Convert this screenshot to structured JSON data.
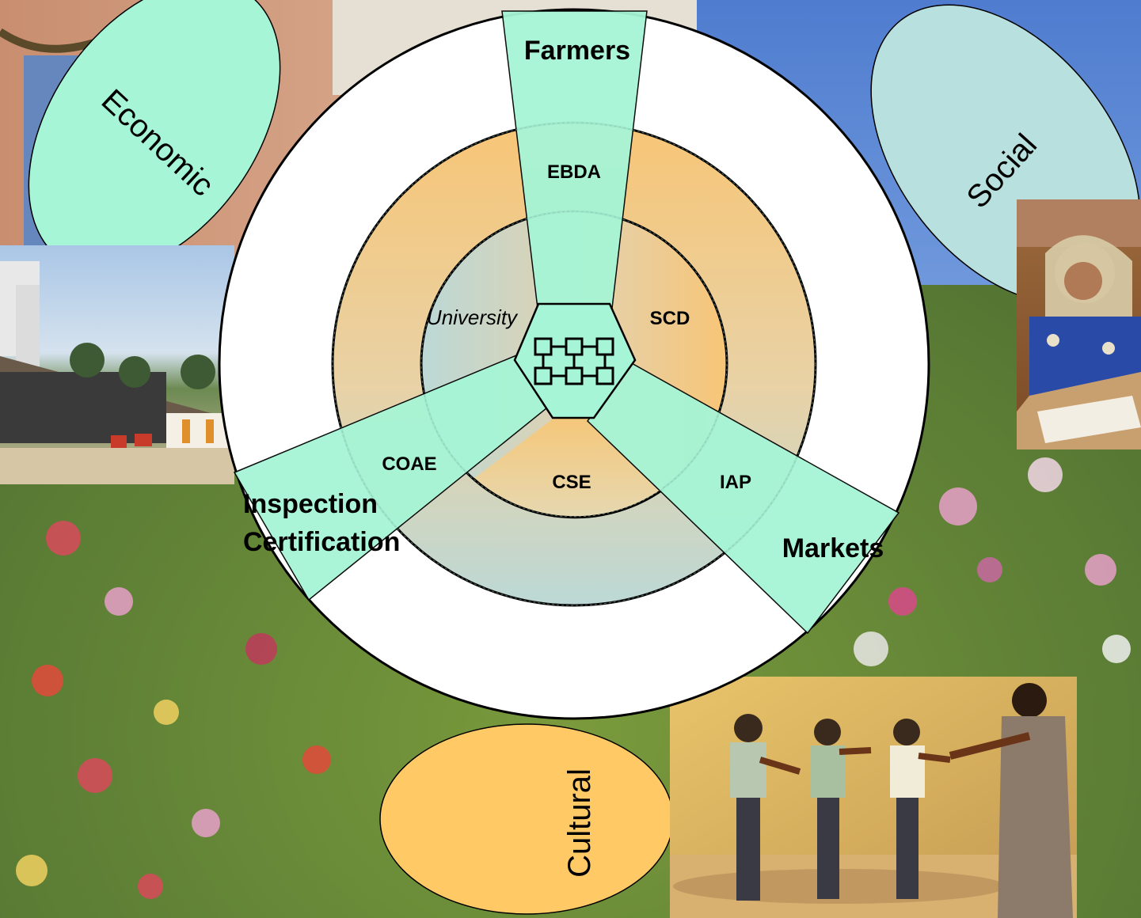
{
  "sectors": {
    "economic": "Economic",
    "social": "Social",
    "cultural": "Cultural"
  },
  "rings": {
    "outer": {
      "top": "Farmers",
      "left_line1": "Inspection",
      "left_line2": "Certification",
      "right": "Markets"
    },
    "middle": {
      "top": "EBDA",
      "left": "COAE",
      "right": "IAP"
    },
    "inner": {
      "left": "University",
      "right": "SCD",
      "bottom": "CSE"
    }
  },
  "center": {
    "icon": "network-grid-icon"
  },
  "photos": [
    {
      "name": "factory-photo"
    },
    {
      "name": "student-photo"
    },
    {
      "name": "violin-photo"
    }
  ],
  "colors": {
    "mint": "#a6f5d6",
    "aqua": "#b8e0de",
    "orange": "#ffc966",
    "ring_orange": "#f5c77a",
    "ring_blue": "#bcd8d6",
    "white": "#ffffff"
  }
}
